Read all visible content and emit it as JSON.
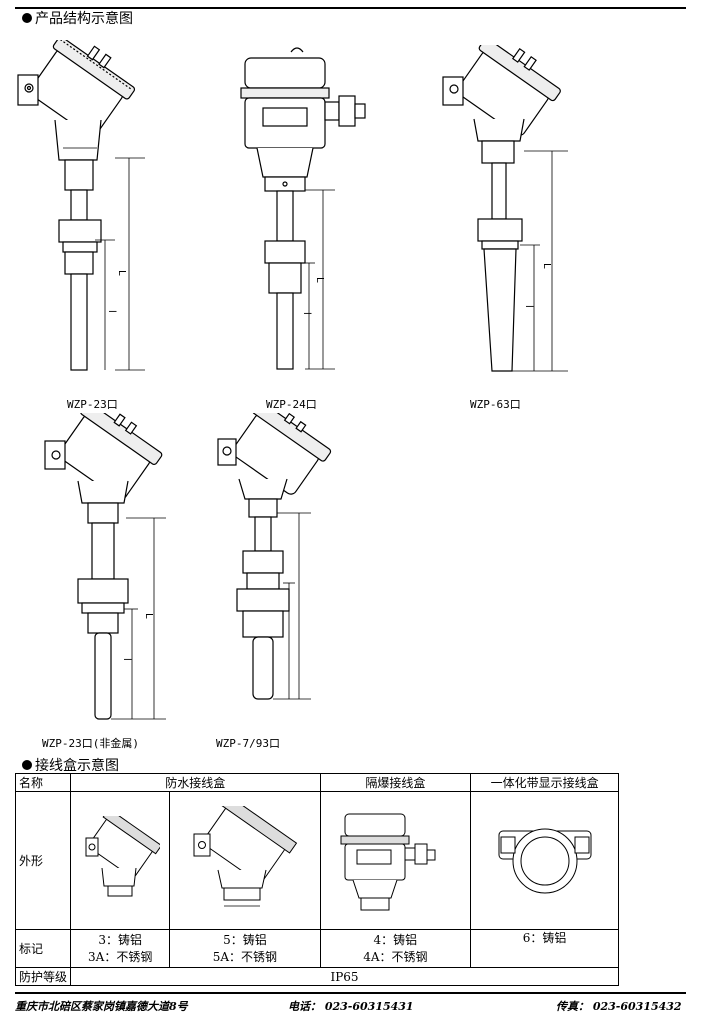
{
  "section1": {
    "title": "产品结构示意图"
  },
  "figures": [
    {
      "caption": "WZP-23口"
    },
    {
      "caption": "WZP-24口"
    },
    {
      "caption": "WZP-63口"
    },
    {
      "caption": "WZP-23口(非金属)"
    },
    {
      "caption": "WZP-7/93口"
    }
  ],
  "dimension_labels": {
    "long": "L",
    "short": "l"
  },
  "section2": {
    "title": "接线盒示意图"
  },
  "table": {
    "header": {
      "name": "名称",
      "waterproof": "防水接线盒",
      "explosion": "隔爆接线盒",
      "display": "一体化带显示接线盒"
    },
    "row_shape_label": "外形",
    "row_mark_label": "标记",
    "marks": [
      {
        "line1": "3：铸铝",
        "line2": "3A：不锈钢"
      },
      {
        "line1": "5：铸铝",
        "line2": "5A：不锈钢"
      },
      {
        "line1": "4：铸铝",
        "line2": "4A：不锈钢"
      },
      {
        "line1": "6：铸铝",
        "line2": ""
      }
    ],
    "row_protection_label": "防护等级",
    "protection_value": "IP65"
  },
  "footer": {
    "address": "重庆市北碚区蔡家岗镇嘉德大道8号",
    "phone": "电话： 023-60315431",
    "fax": "传真： 023-60315432"
  }
}
